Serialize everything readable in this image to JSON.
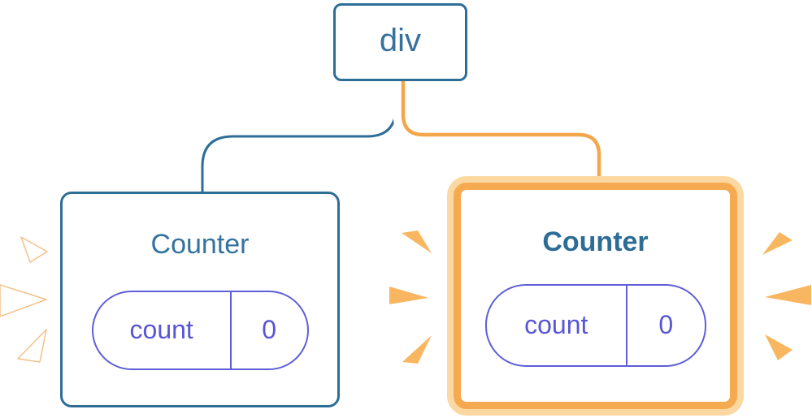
{
  "diagram": {
    "description": "Component tree: a div root with two Counter children; the second Counter is highlighted as re-rendering",
    "root": {
      "label": "div"
    },
    "children": [
      {
        "title": "Counter",
        "highlighted": false,
        "state": {
          "key": "count",
          "value": "0"
        }
      },
      {
        "title": "Counter",
        "highlighted": true,
        "state": {
          "key": "count",
          "value": "0"
        }
      }
    ]
  },
  "colors": {
    "blue_border": "#2d6e97",
    "blue_text": "#34739e",
    "blue_text_bold": "#2c6c95",
    "purple_pill_border": "#5e5ed8",
    "purple_pill_text": "#5856d6",
    "orange_connector": "#f3a64b",
    "orange_card_border": "#f5aa52",
    "orange_card_halo": "#fbd8a2",
    "orange_spark": "#f8b660",
    "white_spark": "#ffffff",
    "connector_casing": "#ffffff"
  }
}
